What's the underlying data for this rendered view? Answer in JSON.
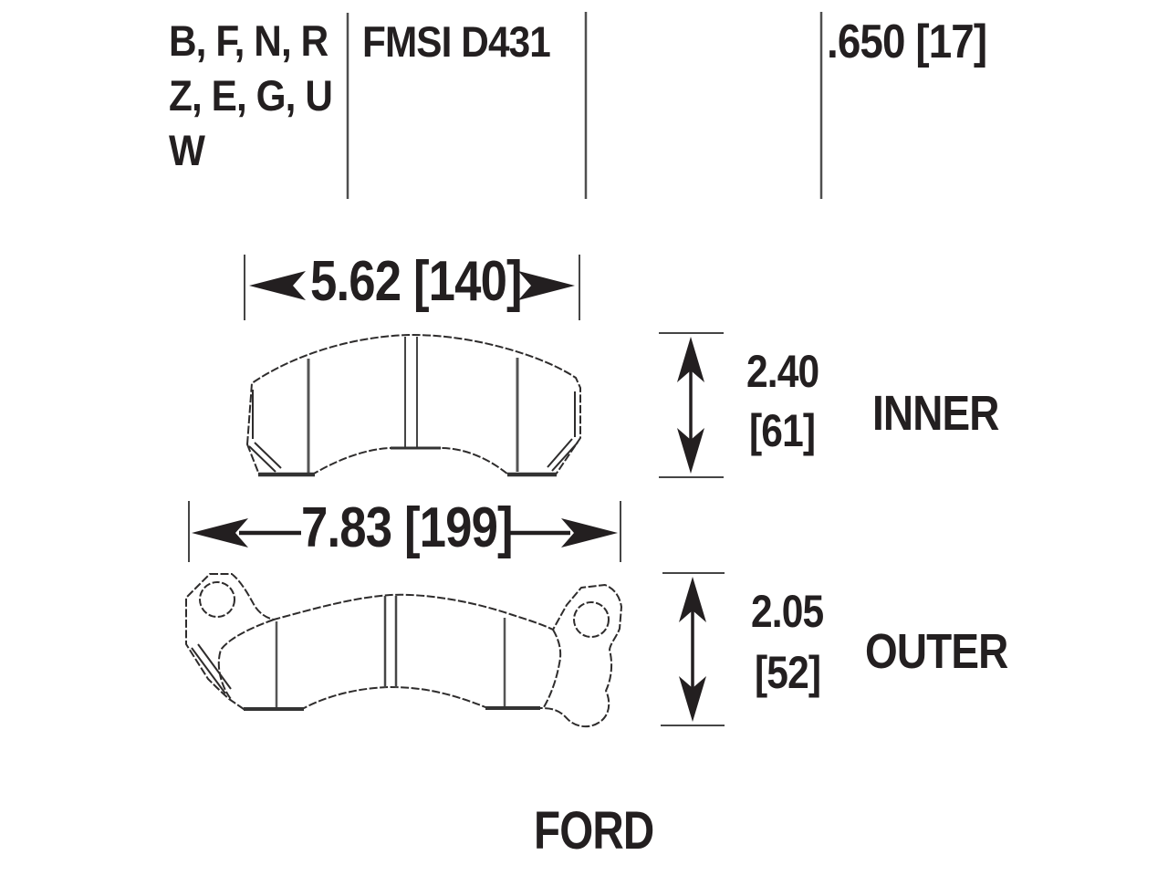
{
  "spec_table": {
    "compound_codes": [
      "B, F, N, R",
      "Z, E, G, U",
      "W"
    ],
    "fmsi_number": "FMSI D431",
    "pad_thickness": ".650 [17]"
  },
  "inner_pad": {
    "width_dimension": "5.62 [140]",
    "height_inches": "2.40",
    "height_mm": "[61]",
    "label": "INNER"
  },
  "outer_pad": {
    "width_dimension": "7.83 [199]",
    "height_inches": "2.05",
    "height_mm": "[52]",
    "label": "OUTER"
  },
  "vehicle_make": "FORD",
  "colors": {
    "ink": "#231f20",
    "line_gray": "#4f4f4f",
    "background": "#ffffff"
  }
}
